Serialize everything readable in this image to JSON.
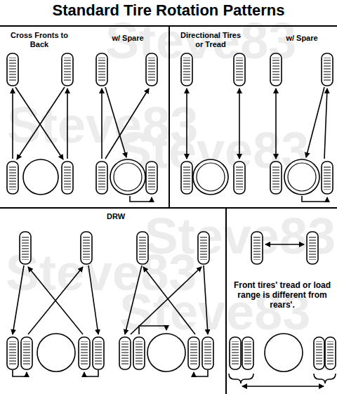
{
  "diagram": {
    "title": "Standard Tire Rotation Patterns",
    "labels": [
      "Cross Fronts to Back",
      "w/ Spare",
      "Directional Tires or Tread",
      "w/ Spare",
      "DRW",
      "Front tires' tread or load range is different from rears'.",
      "Steve83",
      "Steve83",
      "Steve83",
      "Steve83",
      "Steve83",
      "Steve83"
    ]
  }
}
